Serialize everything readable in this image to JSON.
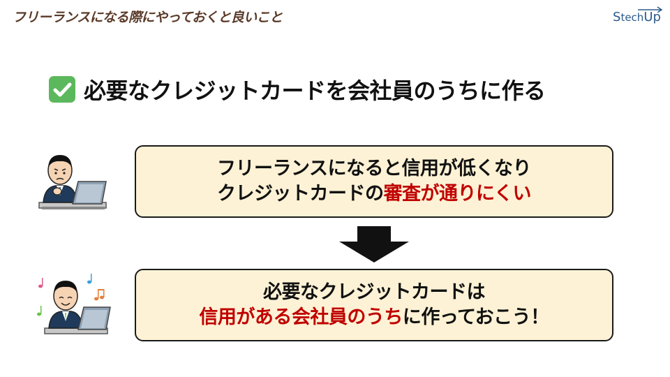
{
  "header": {
    "title": "フリーランスになる際にやっておくと良いこと"
  },
  "logo": {
    "part1": "S",
    "part2": "tech",
    "part3": "Up"
  },
  "headline": {
    "text": "必要なクレジットカードを会社員のうちに作る",
    "check_icon": "check-mark-icon"
  },
  "box1": {
    "line1": "フリーランスになると信用が低くなり",
    "line2_plain": "クレジットカードの",
    "line2_red": "審査が通りにくい"
  },
  "box2": {
    "line1": "必要なクレジットカードは",
    "line2_red": "信用がある会社員のうち",
    "line2_plain": "に作っておこう！"
  },
  "icons": {
    "arrow": "down-arrow-icon",
    "worried": "worried-businessman-icon",
    "happy": "happy-businessman-icon"
  },
  "colors": {
    "accent_red": "#c00000",
    "box_fill": "#fdf2d5",
    "check_green": "#5cb85c",
    "header_brown": "#5a3a28",
    "logo_blue": "#2a5a8c"
  }
}
